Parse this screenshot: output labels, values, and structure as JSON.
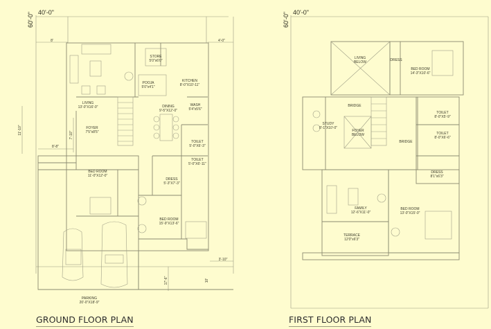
{
  "ground_floor": {
    "title": "GROUND FLOOR PLAN",
    "plot_width": "40'-0\"",
    "plot_depth": "60'-0\"",
    "dimensions": {
      "front_setback_left": "8'",
      "side_setback_right": "4'-0\"",
      "foyer_side_height": "11'-10\"",
      "foyer_inner_height": "7'-10\"",
      "foyer_bottom_width": "8'-8\"",
      "parking_depth": "17'-6\"",
      "right_bottom": "3'-10\"",
      "right_vertical": "10'"
    },
    "rooms": [
      {
        "name": "STORE",
        "size": "5'0\"x6'0\""
      },
      {
        "name": "POOJA",
        "size": "5'0\"x4'1\""
      },
      {
        "name": "KITCHEN",
        "size": "8'-0\"X10'-11\""
      },
      {
        "name": "LIVING",
        "size": "13'-0\"X16'-0\""
      },
      {
        "name": "DINING",
        "size": "9'-5\"X12'-0\""
      },
      {
        "name": "WASH",
        "size": "5'4\"x5'6\""
      },
      {
        "name": "FOYER",
        "size": "7'5\"x8'5\""
      },
      {
        "name": "TOILET",
        "size": "5'-0\"X6'-3\""
      },
      {
        "name": "TOILET",
        "size": "5'-0\"X6'-11\""
      },
      {
        "name": "DRESS",
        "size": "5'-3\"X7'-3\""
      },
      {
        "name": "BED ROOM",
        "size": "11'-0\"X12'-0\""
      },
      {
        "name": "BED ROOM",
        "size": "15'-9\"X13'-6\""
      },
      {
        "name": "PARKING",
        "size": "20'-0\"X18'-9\""
      }
    ]
  },
  "first_floor": {
    "title": "FIRST FLOOR PLAN",
    "plot_width": "40'-0\"",
    "plot_depth": "60'-0\"",
    "rooms": [
      {
        "name": "LIVING",
        "size": "BELOW"
      },
      {
        "name": "DRESS",
        "size": ""
      },
      {
        "name": "BED ROOM",
        "size": "14'-3\"X10'-6\""
      },
      {
        "name": "BRIDGE",
        "size": ""
      },
      {
        "name": "STUDY",
        "size": "8'-1\"X10'-0\""
      },
      {
        "name": "FOYER",
        "size": "BELOW"
      },
      {
        "name": "BRIDGE",
        "size": ""
      },
      {
        "name": "TOILET",
        "size": "8'-0\"X5'-9\""
      },
      {
        "name": "TOILET",
        "size": "8'-0\"X6'-6\""
      },
      {
        "name": "DRESS",
        "size": "8'1\"x6'3\""
      },
      {
        "name": "FAMILY",
        "size": "12'-6\"X11'-0\""
      },
      {
        "name": "BED ROOM",
        "size": "13'-0\"X15'-0\""
      },
      {
        "name": "TERRACE",
        "size": "12'0\"x6'3\""
      }
    ]
  },
  "colors": {
    "background": "#fefccf",
    "lines": "#8a8a70",
    "text": "#2e2e22"
  }
}
